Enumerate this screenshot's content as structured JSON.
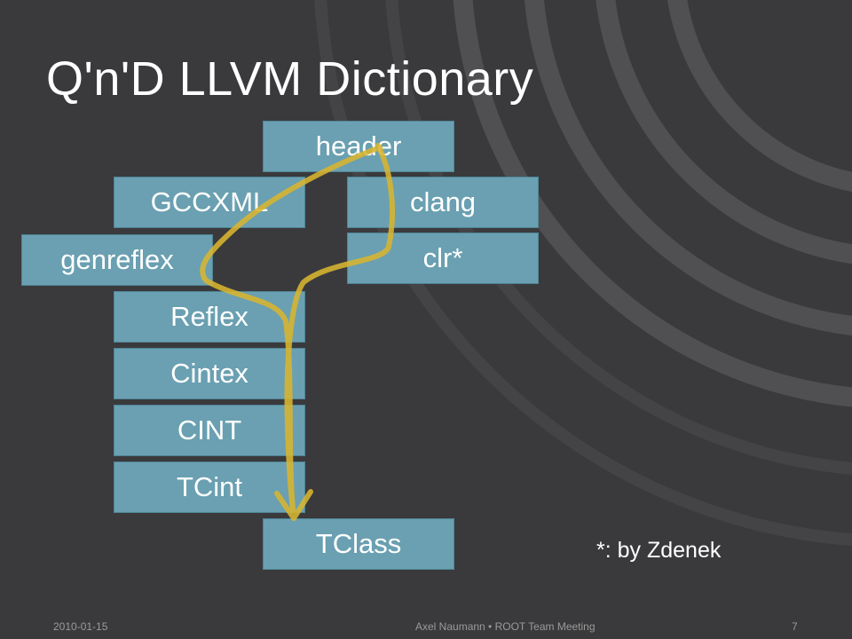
{
  "slide": {
    "title": "Q'n'D LLVM Dictionary",
    "note": "*: by Zdenek",
    "footer": {
      "date": "2010-01-15",
      "author_event": "Axel Naumann • ROOT Team Meeting",
      "page": "7"
    }
  },
  "diagram": {
    "nodes": {
      "header": "header",
      "gccxml": "GCCXML",
      "clang": "clang",
      "genreflex": "genreflex",
      "clr": "clr*",
      "reflex": "Reflex",
      "cintex": "Cintex",
      "cint": "CINT",
      "tcint": "TCint",
      "tclass": "TClass"
    },
    "arrow_color": "#d9b530"
  },
  "colors": {
    "background": "#3a3a3c",
    "box_fill": "#6aa0b1",
    "box_border": "#4f8596",
    "text": "#ffffff"
  }
}
